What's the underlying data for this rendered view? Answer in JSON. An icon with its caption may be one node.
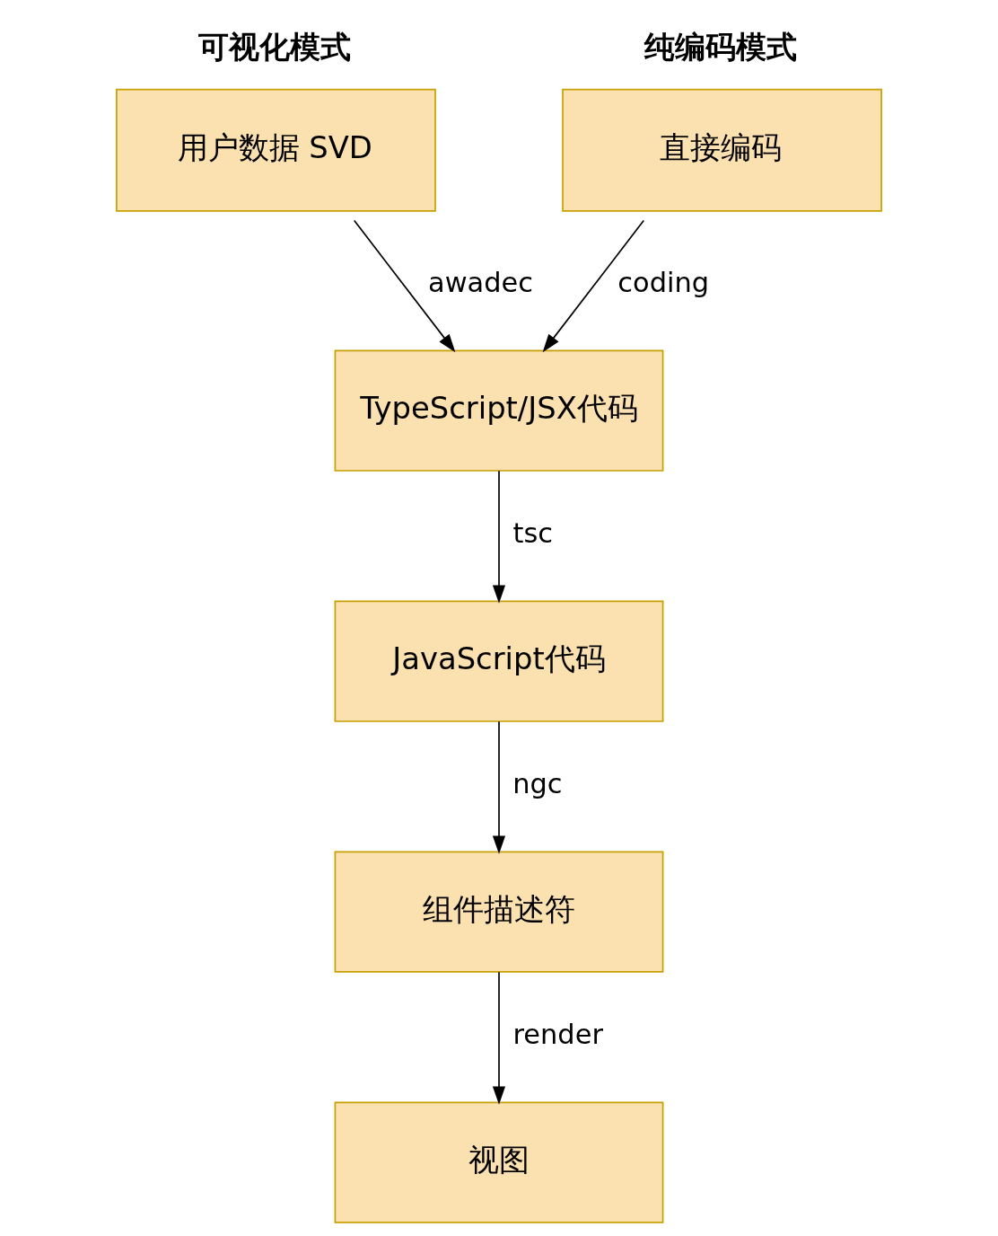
{
  "diagram": {
    "nodes": [
      {
        "text": [
          "可视化模式",
          "用户数据 SVD"
        ]
      },
      {
        "text": [
          "纯编码模式",
          "直接编码"
        ]
      },
      {
        "text": [
          "TypeScript/JSX代码"
        ]
      },
      {
        "text": [
          "JavaScript代码"
        ]
      },
      {
        "text": [
          "组件描述符"
        ]
      },
      {
        "text": [
          "视图"
        ]
      }
    ],
    "edges": [
      {
        "from": 0,
        "to": 2,
        "arrow": "to",
        "label": "awadec"
      },
      {
        "from": 1,
        "to": 2,
        "arrow": "to",
        "label": "coding"
      },
      {
        "from": 2,
        "to": 3,
        "arrow": "to",
        "label": "tsc"
      },
      {
        "from": 3,
        "to": 4,
        "arrow": "to",
        "label": "ngc"
      },
      {
        "from": 4,
        "to": 5,
        "arrow": "to",
        "label": "render"
      }
    ]
  }
}
